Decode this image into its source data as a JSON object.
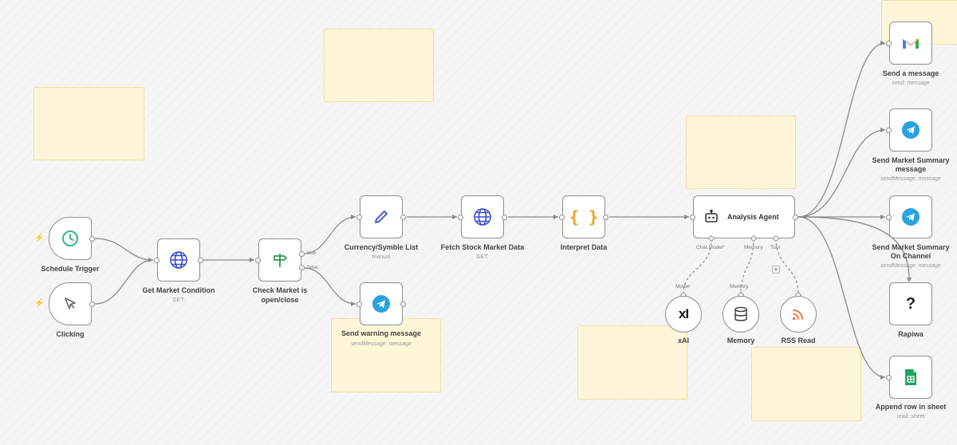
{
  "nodes": {
    "schedule_trigger": {
      "label": "Schedule Trigger",
      "icon": "clock-icon"
    },
    "clicking": {
      "label": "Clicking",
      "icon": "cursor-icon"
    },
    "get_market_condition": {
      "label": "Get Market Condition",
      "sub": "GET:",
      "icon": "globe-icon"
    },
    "check_market": {
      "label_line1": "Check Market is",
      "label_line2": "open/close",
      "icon": "signpost-icon",
      "true_label": "true",
      "false_label": "false"
    },
    "currency_list": {
      "label": "Currency/Symble List",
      "sub": "manual",
      "icon": "pencil-icon"
    },
    "send_warning": {
      "label": "Send warning message",
      "sub": "sendMessage: message",
      "icon": "telegram-icon"
    },
    "fetch_stock": {
      "label": "Fetch Stock Market Data",
      "sub": "GET:",
      "icon": "globe-icon"
    },
    "interpret_data": {
      "label": "Interpret Data",
      "icon": "braces-icon",
      "icon_text": "{ }"
    },
    "analysis_agent": {
      "label": "Analysis Agent",
      "icon": "robot-icon",
      "chat_model_label": "Chat Model*",
      "memory_label": "Memory",
      "tool_label": "Tool"
    },
    "xai": {
      "label": "xAI",
      "icon": "xai-icon",
      "icon_text": "xI",
      "conn_label": "Model"
    },
    "memory": {
      "label": "Memory",
      "icon": "database-icon",
      "conn_label": "Memory"
    },
    "rss_read": {
      "label": "RSS Read",
      "icon": "rss-icon"
    },
    "send_a_message": {
      "label": "Send a message",
      "sub": "send: message",
      "icon": "gmail-icon"
    },
    "send_summary_message": {
      "label_line1": "Send Market Summary",
      "label_line2": "message",
      "sub": "sendMessage: message",
      "icon": "telegram-icon"
    },
    "send_summary_channel": {
      "label_line1": "Send Market Summary",
      "label_line2": "On Channel",
      "sub": "sendMessage: message",
      "icon": "telegram-icon"
    },
    "rapiwa": {
      "label": "Rapiwa",
      "icon": "question-icon",
      "icon_text": "?"
    },
    "append_row": {
      "label": "Append row in sheet",
      "sub": "read: sheet",
      "icon": "google-sheets-icon"
    }
  },
  "colors": {
    "sticky": "#fff6d9",
    "telegram": "#2aa3df",
    "schedule": "#3bb58f",
    "globe": "#3a4fd1",
    "signpost": "#2e9a4e",
    "braces": "#f59c1a",
    "trigger_bolt": "#f26b5e"
  }
}
